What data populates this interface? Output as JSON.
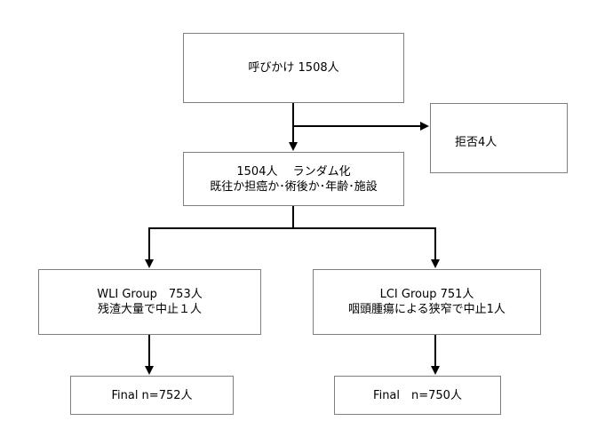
{
  "flowchart": {
    "invite": {
      "text": "呼びかけ 1508人"
    },
    "refusal": {
      "text": "拒否4人"
    },
    "randomize": {
      "line1": "1504人　 ランダム化",
      "line2": "既往か担癌か･術後か･年齢･施設"
    },
    "wli": {
      "line1": "WLI Group　753人",
      "line2": "残渣大量で中止１人"
    },
    "lci": {
      "line1": "LCI Group 751人",
      "line2": "咽頭腫瘍による狭窄で中止1人"
    },
    "final_wli": {
      "text": "Final n=752人"
    },
    "final_lci": {
      "text": "Final　n=750人"
    }
  },
  "colors": {
    "box_border": "#7f7f7f",
    "arrow": "#000000",
    "background": "#ffffff"
  }
}
